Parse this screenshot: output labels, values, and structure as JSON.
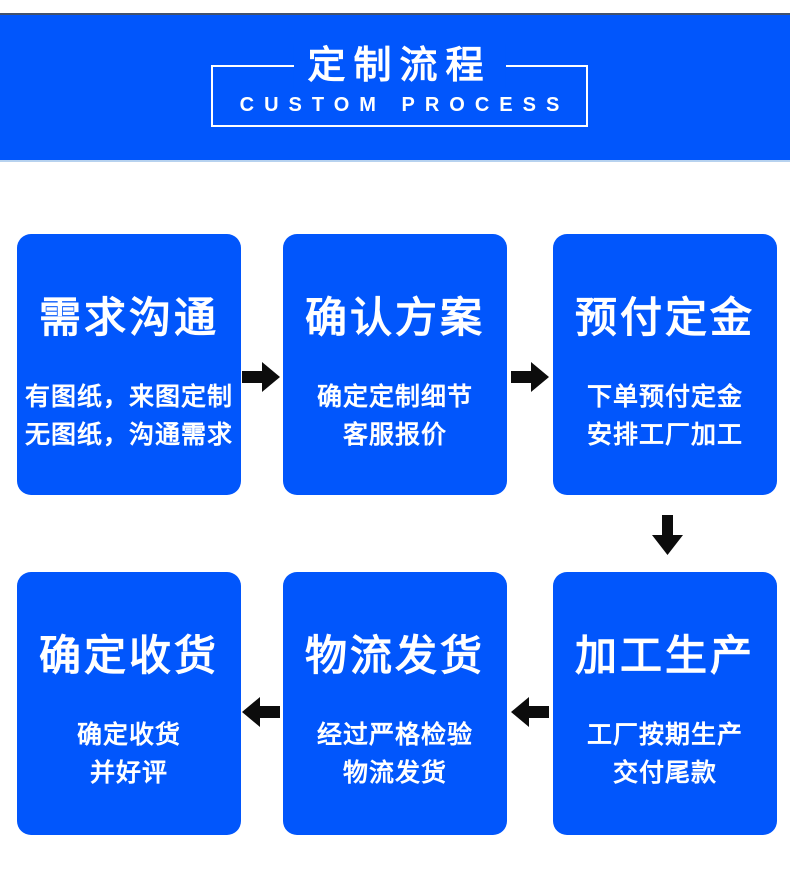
{
  "colors": {
    "primary_blue": "#0156fc",
    "arrow_black": "#0c0c0c",
    "text_white": "#ffffff",
    "banner_top_line": "#42526e",
    "banner_bottom_line": "#b7d2ef"
  },
  "header": {
    "title": "定制流程",
    "subtitle": "CUSTOM PROCESS"
  },
  "flow": {
    "steps": [
      {
        "title": "需求沟通",
        "lines": [
          "有图纸，来图定制",
          "无图纸，沟通需求"
        ]
      },
      {
        "title": "确认方案",
        "lines": [
          "确定定制细节",
          "客服报价"
        ]
      },
      {
        "title": "预付定金",
        "lines": [
          "下单预付定金",
          "安排工厂加工"
        ]
      },
      {
        "title": "加工生产",
        "lines": [
          "工厂按期生产",
          "交付尾款"
        ]
      },
      {
        "title": "物流发货",
        "lines": [
          "经过严格检验",
          "物流发货"
        ]
      },
      {
        "title": "确定收货",
        "lines": [
          "确定收货",
          "并好评"
        ]
      }
    ]
  }
}
